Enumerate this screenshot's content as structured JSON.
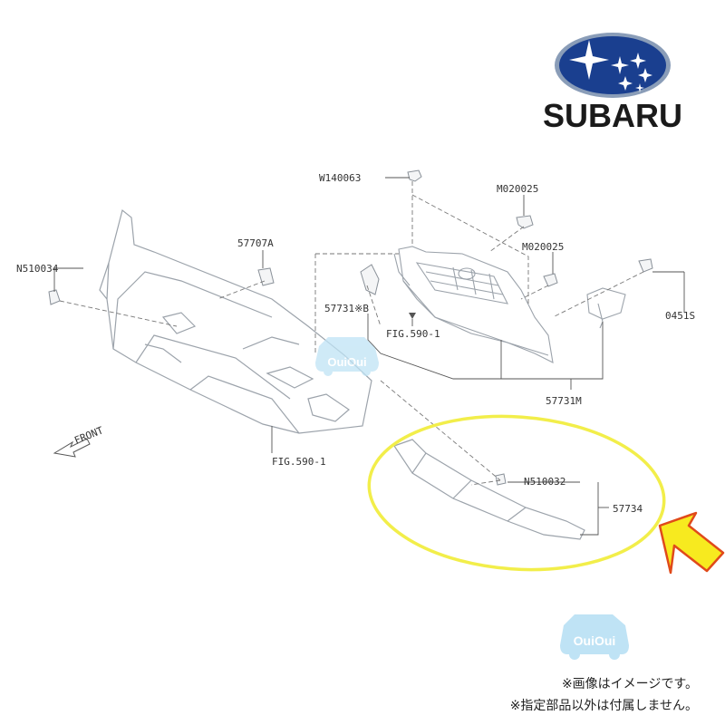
{
  "brand": {
    "wordmark": "SUBARU",
    "watermark": "OuiOui",
    "logo_colors": {
      "oval": "#1a3f8f",
      "rim": "#8a9db8",
      "star": "#ffffff"
    }
  },
  "labels": {
    "w140063": "W140063",
    "m020025_a": "M020025",
    "m020025_b": "M020025",
    "n510034": "N510034",
    "p57707a": "57707A",
    "p57731b": "57731※B",
    "fig590_upper": "FIG.590-1",
    "fig590_lower": "FIG.590-1",
    "p0451s": "0451S",
    "p57731m": "57731M",
    "front": "FRONT",
    "n510032": "N510032",
    "p57734": "57734"
  },
  "highlight": {
    "ellipse_color": "#f2ee4a",
    "arrow_fill": "#f7ea1f",
    "arrow_stroke": "#e04a1a"
  },
  "notes": {
    "line1": "※画像はイメージです。",
    "line2": "※指定部品以外は付属しません。"
  }
}
